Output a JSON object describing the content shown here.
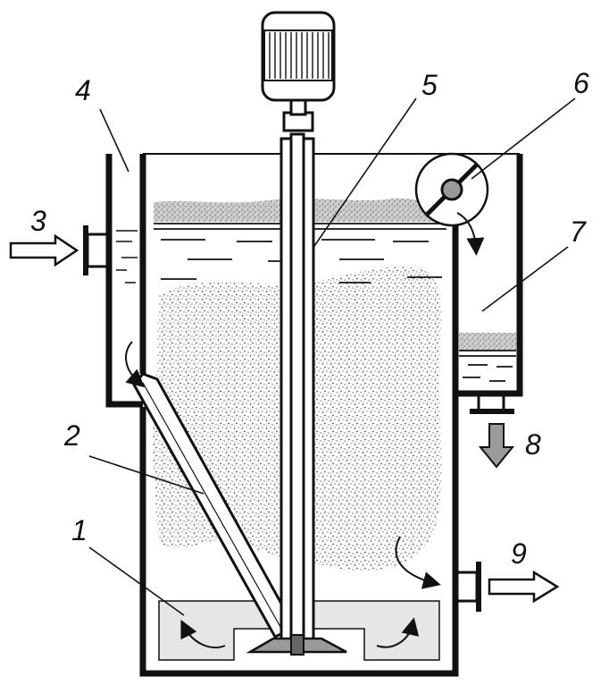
{
  "labels": {
    "l1": "1",
    "l2": "2",
    "l3": "3",
    "l4": "4",
    "l5": "5",
    "l6": "6",
    "l7": "7",
    "l8": "8",
    "l9": "9"
  },
  "colors": {
    "stroke": "#111111",
    "foam": "#c8c8c8",
    "bottom_zone": "#e6e6e6",
    "impeller": "#9a9a9a",
    "background": "#ffffff"
  }
}
